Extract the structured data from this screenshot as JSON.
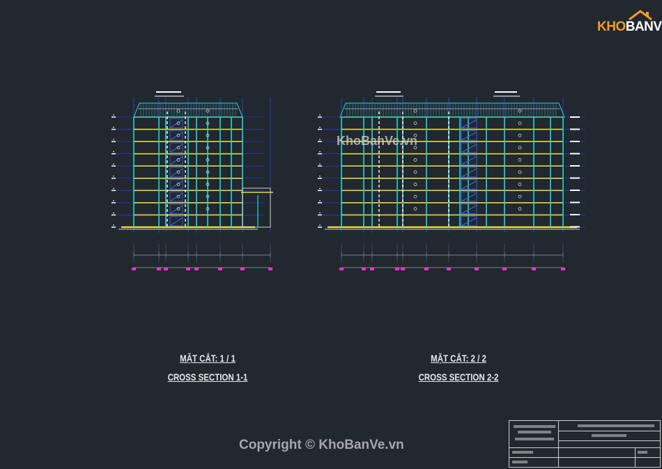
{
  "logo": {
    "part1": "KHO",
    "part2": "BANVE"
  },
  "watermark_center": "KhoBanVe.vn",
  "copyright": "Copyright © KhoBanVe.vn",
  "section1": {
    "title_vn": "MẶT CẮT: 1 / 1",
    "title_en": "CROSS SECTION 1-1"
  },
  "section2": {
    "title_vn": "MẶT CẮT: 2 / 2",
    "title_en": "CROSS SECTION 2-2"
  },
  "colors": {
    "background": "#212830",
    "floor": "#e3dc3b",
    "column": "#27d6d6",
    "grid": "#2b3fb8",
    "dashed": "#ffffff",
    "magenta": "#ff2bd6",
    "logo_orange": "#f39a2b"
  }
}
